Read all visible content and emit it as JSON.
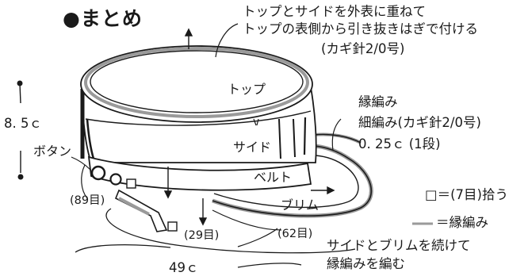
{
  "title": "●まとめ",
  "top_note": {
    "line1": "トップとサイドを外表に重ねて",
    "line2": "トップの表側から引き抜きはぎで付ける",
    "line3": "(カギ針2/0号)"
  },
  "parts": {
    "top": "トップ",
    "side": "サイド",
    "belt": "ベルト",
    "brim": "ブリム",
    "button": "ボタン"
  },
  "edging_note": {
    "line1": "縁編み",
    "line2": "細編み(カギ針2/0号)",
    "line3": "0. 25ｃ (1段)"
  },
  "height": "8. 5ｃ",
  "circumference": "49ｃ",
  "counts": {
    "c89": "(89目)",
    "c29": "(29目)",
    "c62": "(62目)"
  },
  "legend": {
    "pickup": "□＝(7目)拾う",
    "edging": "＝縁編み"
  },
  "bottom_note": {
    "line1": "サイドとブリムを続けて",
    "line2": "縁編みを編む"
  },
  "colors": {
    "ink": "#1a1a1a",
    "edging_gray": "#9a9a9a"
  }
}
